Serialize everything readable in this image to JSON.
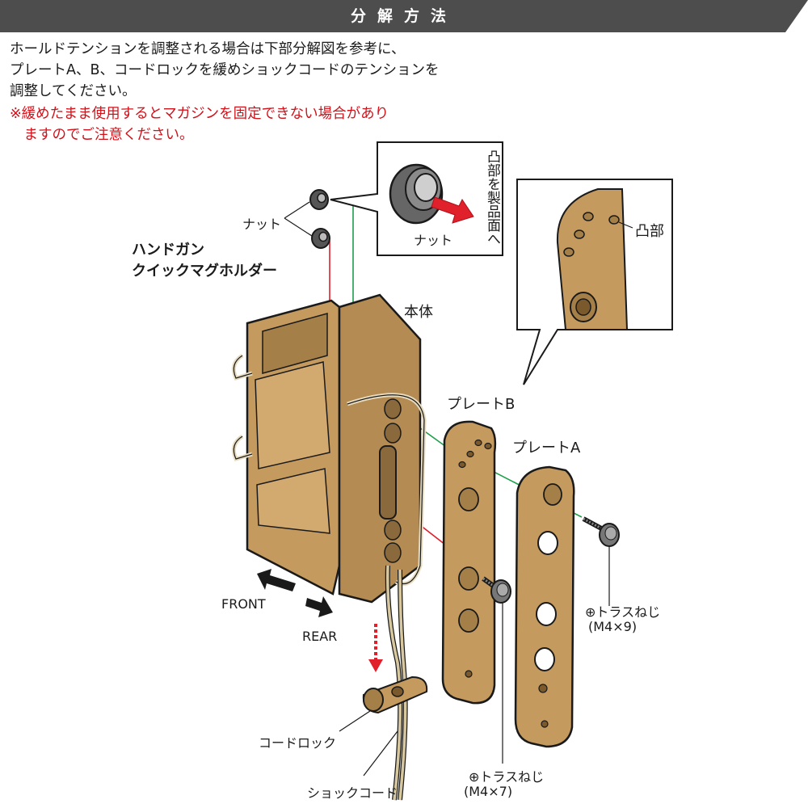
{
  "header": {
    "title": "分解方法"
  },
  "intro": {
    "lines": [
      "ホールドテンションを調整される場合は下部分解図を参考に、",
      "プレートA、B、コードロックを緩めショックコードのテンションを",
      "調整してください。"
    ],
    "warning": [
      "※緩めたまま使用するとマガジンを固定できない場合があり",
      "　ますのでご注意ください。"
    ]
  },
  "labels": {
    "nut": "ナット",
    "nut_inset": "ナット",
    "inset_note": "凸部を製品面へ",
    "boss": "凸部",
    "product_name": [
      "ハンドガン",
      "クイックマグホルダー"
    ],
    "body": "本体",
    "plate_b": "プレートB",
    "plate_a": "プレートA",
    "front": "FRONT",
    "rear": "REAR",
    "screw_a": "⊕トラスねじ",
    "screw_a_size": "(M4×9)",
    "screw_b": "⊕トラスねじ",
    "screw_b_size": "(M4×7)",
    "cord_lock": "コードロック",
    "shock_cord": "ショックコード"
  },
  "colors": {
    "header_bg": "#4d4d4d",
    "coyote": "#c49a5f",
    "coyote_dark": "#8a6a3c",
    "warning_red": "#d0121b",
    "guide_green": "#1e9e4a",
    "guide_red": "#e0202a"
  }
}
